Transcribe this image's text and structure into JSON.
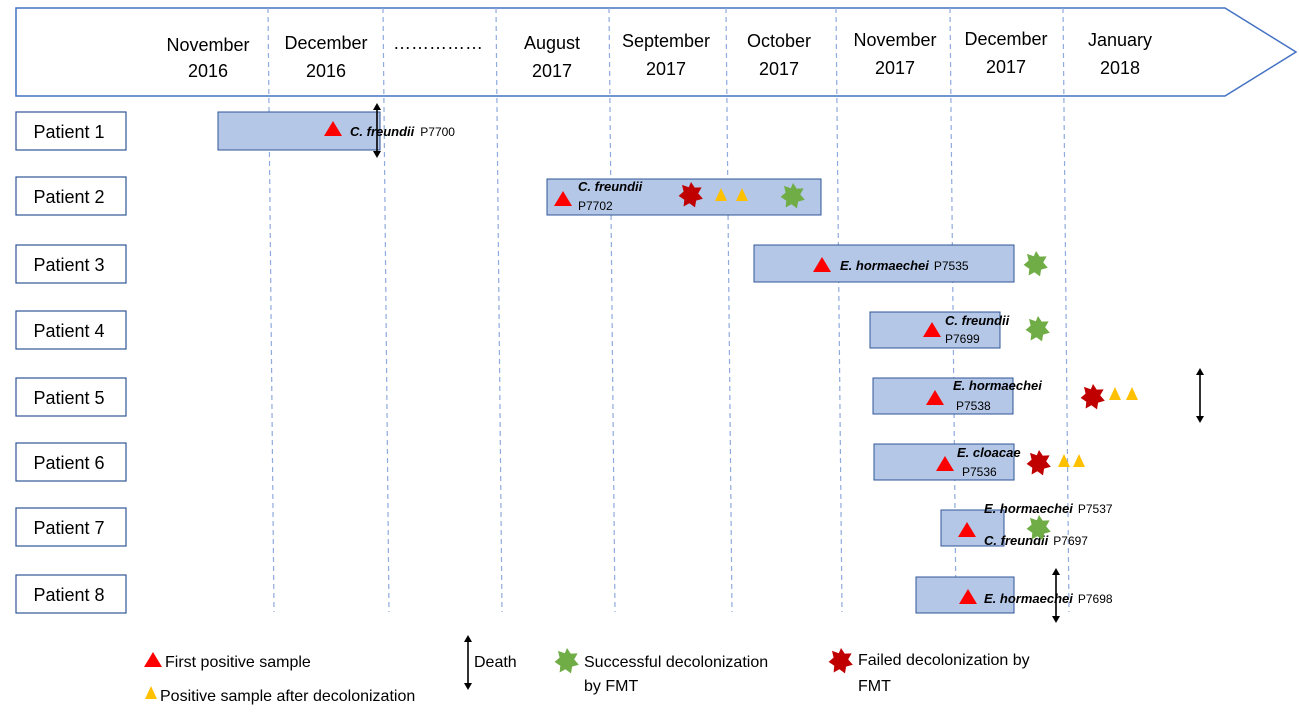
{
  "timeline": {
    "months": [
      {
        "line1": "November",
        "line2": "2016"
      },
      {
        "line1": "December",
        "line2": "2016"
      },
      {
        "line1": "……………",
        "line2": ""
      },
      {
        "line1": "August",
        "line2": "2017"
      },
      {
        "line1": "September",
        "line2": "2017"
      },
      {
        "line1": "October",
        "line2": "2017"
      },
      {
        "line1": "November",
        "line2": "2017"
      },
      {
        "line1": "December",
        "line2": "2017"
      },
      {
        "line1": "January",
        "line2": "2018"
      }
    ]
  },
  "patients": [
    {
      "label": "Patient 1",
      "org1": "C. freundii",
      "code1": "P7700",
      "org2": "",
      "code2": ""
    },
    {
      "label": "Patient 2",
      "org1": "C. freundii",
      "code1": "P7702",
      "org2": "",
      "code2": ""
    },
    {
      "label": "Patient 3",
      "org1": "E. hormaechei",
      "code1": "P7535",
      "org2": "",
      "code2": ""
    },
    {
      "label": "Patient 4",
      "org1": "C. freundii",
      "code1": "P7699",
      "org2": "",
      "code2": ""
    },
    {
      "label": "Patient 5",
      "org1": "E. hormaechei",
      "code1": "P7538",
      "org2": "",
      "code2": ""
    },
    {
      "label": "Patient 6",
      "org1": "E. cloacae",
      "code1": "P7536",
      "org2": "",
      "code2": ""
    },
    {
      "label": "Patient 7",
      "org1": "E. hormaechei",
      "code1": "P7537",
      "org2": "C. freundii",
      "code2": "P7697"
    },
    {
      "label": "Patient 8",
      "org1": "E. hormaechei",
      "code1": "P7698",
      "org2": "",
      "code2": ""
    }
  ],
  "legend": {
    "first_positive": "First positive sample",
    "positive_after": "Positive sample after decolonization",
    "death": "Death",
    "success_line1": "Successful decolonization",
    "success_line2": "by FMT",
    "failed_line1": "Failed decolonization by",
    "failed_line2": "FMT"
  },
  "colors": {
    "first_positive": "#ff0000",
    "positive_after": "#ffc000",
    "success": "#70ad47",
    "failed": "#c00000",
    "bar_fill": "#b4c7e7",
    "bar_stroke": "#2f5597",
    "grid": "#8faadc",
    "arrow_stroke": "#4472c4"
  },
  "icons": {
    "first_positive": "red-triangle-icon",
    "positive_after": "yellow-triangle-icon",
    "success": "green-star-icon",
    "failed": "red-star-icon",
    "death": "double-arrow-icon"
  }
}
